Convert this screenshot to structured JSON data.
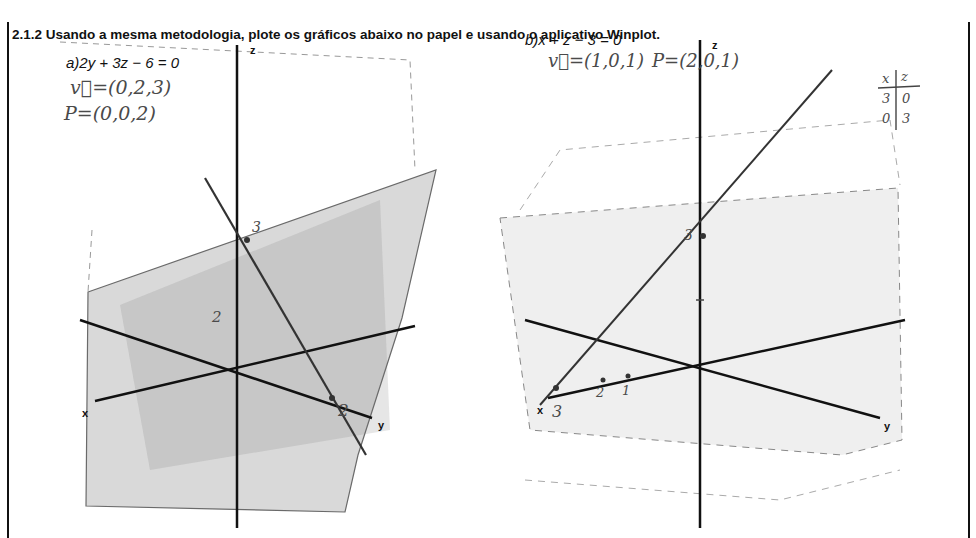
{
  "diagram": {
    "title": "2.1.2 Usando a mesma metodologia, plote os gráficos abaixo no papel e usando o aplicativo Winplot.",
    "labels": [
      "a)2y + 3z − 6 = 0",
      "b)x + z − 3 = 0",
      "z",
      "x",
      "y",
      "z",
      "x",
      "y",
      "v⃗=(0,2,3)",
      "P=(0,0,2)",
      "3",
      "2",
      "2",
      "v⃗=(1,0,1)",
      "P=(2,0,1)",
      "x",
      "z",
      "3",
      "0",
      "0",
      "3",
      "3",
      "3",
      "2",
      "1"
    ]
  }
}
